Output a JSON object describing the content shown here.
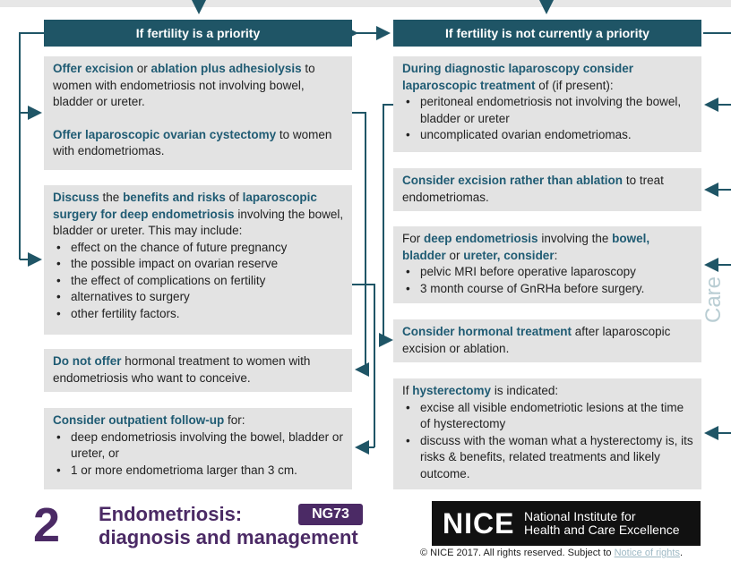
{
  "left_header": "If fertility is a priority",
  "right_header": "If fertility is not currently a priority",
  "left": {
    "box1": {
      "p1_a": "Offer excision",
      "p1_b": " or ",
      "p1_c": "ablation plus adhesiolysis",
      "p1_d": " to women with endometriosis not involving bowel, bladder or ureter.",
      "p2_a": "Offer laparoscopic ovarian cystectomy",
      "p2_b": " to women with endometriomas."
    },
    "box2": {
      "a": "Discuss",
      "b": " the ",
      "c": "benefits and risks",
      "d": " of ",
      "e": "laparoscopic surgery for deep endometriosis",
      "f": " involving the bowel, bladder or ureter. This may include:",
      "items": [
        "effect on the chance of future pregnancy",
        "the possible impact on ovarian reserve",
        "the effect of complications on fertility",
        "alternatives to surgery",
        "other fertility factors."
      ]
    },
    "box3": {
      "a": "Do not offer",
      "b": " hormonal treatment to women with endometriosis who want to conceive."
    },
    "box4": {
      "a": "Consider outpatient follow-up",
      "b": " for:",
      "items": [
        "deep endometriosis involving the bowel, bladder or ureter, or",
        "1 or more endometrioma larger than 3 cm."
      ]
    }
  },
  "right": {
    "box1": {
      "a": "During diagnostic laparoscopy consider laparoscopic treatment",
      "b": " of (if present):",
      "items": [
        "peritoneal endometriosis not involving the bowel, bladder or ureter",
        "uncomplicated ovarian endometriomas."
      ]
    },
    "box2": {
      "a": "Consider excision rather than ablation",
      "b": " to treat endometriomas."
    },
    "box3": {
      "a": "For ",
      "b": "deep endometriosis",
      "c": " involving the ",
      "d": "bowel, bladder",
      "e": " or ",
      "f": "ureter, consider",
      "g": ":",
      "items": [
        "pelvic MRI before operative laparoscopy",
        "3 month course of GnRHa before surgery."
      ]
    },
    "box4": {
      "a": "Consider hormonal treatment",
      "b": " after laparoscopic excision or ablation."
    },
    "box5": {
      "a": "If ",
      "b": "hysterectomy",
      "c": " is indicated:",
      "items": [
        "excise all visible endometriotic lesions at the time of hysterectomy",
        "discuss with the woman what a hysterectomy is, its risks & benefits, related treatments and likely outcome."
      ]
    }
  },
  "care_label": "Care",
  "footer": {
    "number": "2",
    "title_line1": "Endometriosis:",
    "title_line2": "diagnosis and management",
    "badge": "NG73",
    "nice_mark": "NICE",
    "nice_name_1": "National Institute for",
    "nice_name_2": "Health and Care Excellence",
    "copyright": "© NICE 2017. All rights reserved. Subject to ",
    "rights_link": "Notice of rights",
    "period": "."
  },
  "colors": {
    "header": "#1f5566",
    "highlight": "#1f5b73",
    "box": "#e3e3e3",
    "purple": "#4b2a65",
    "care": "#b9cdd3"
  }
}
